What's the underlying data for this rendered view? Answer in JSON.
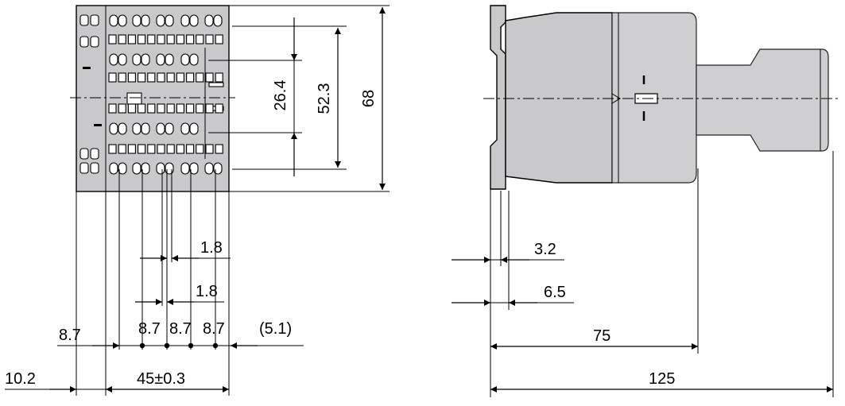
{
  "dimensions": {
    "width_45": "45±0.3",
    "offset_10_2": "10.2",
    "offset_8_7": "8.7",
    "pitch_a": "8.7",
    "pitch_b": "8.7",
    "pitch_c": "8.7",
    "clearance_5_1": "(5.1)",
    "pitch_1_8_upper": "1.8",
    "pitch_1_8_lower": "1.8",
    "height_26_4": "26.4",
    "height_52_3": "52.3",
    "height_68": "68",
    "rail_3_2": "3.2",
    "rail_6_5": "6.5",
    "depth_75": "75",
    "depth_125": "125"
  },
  "colors": {
    "housing": "#c9c9cc",
    "line": "#000000",
    "background": "#ffffff"
  }
}
